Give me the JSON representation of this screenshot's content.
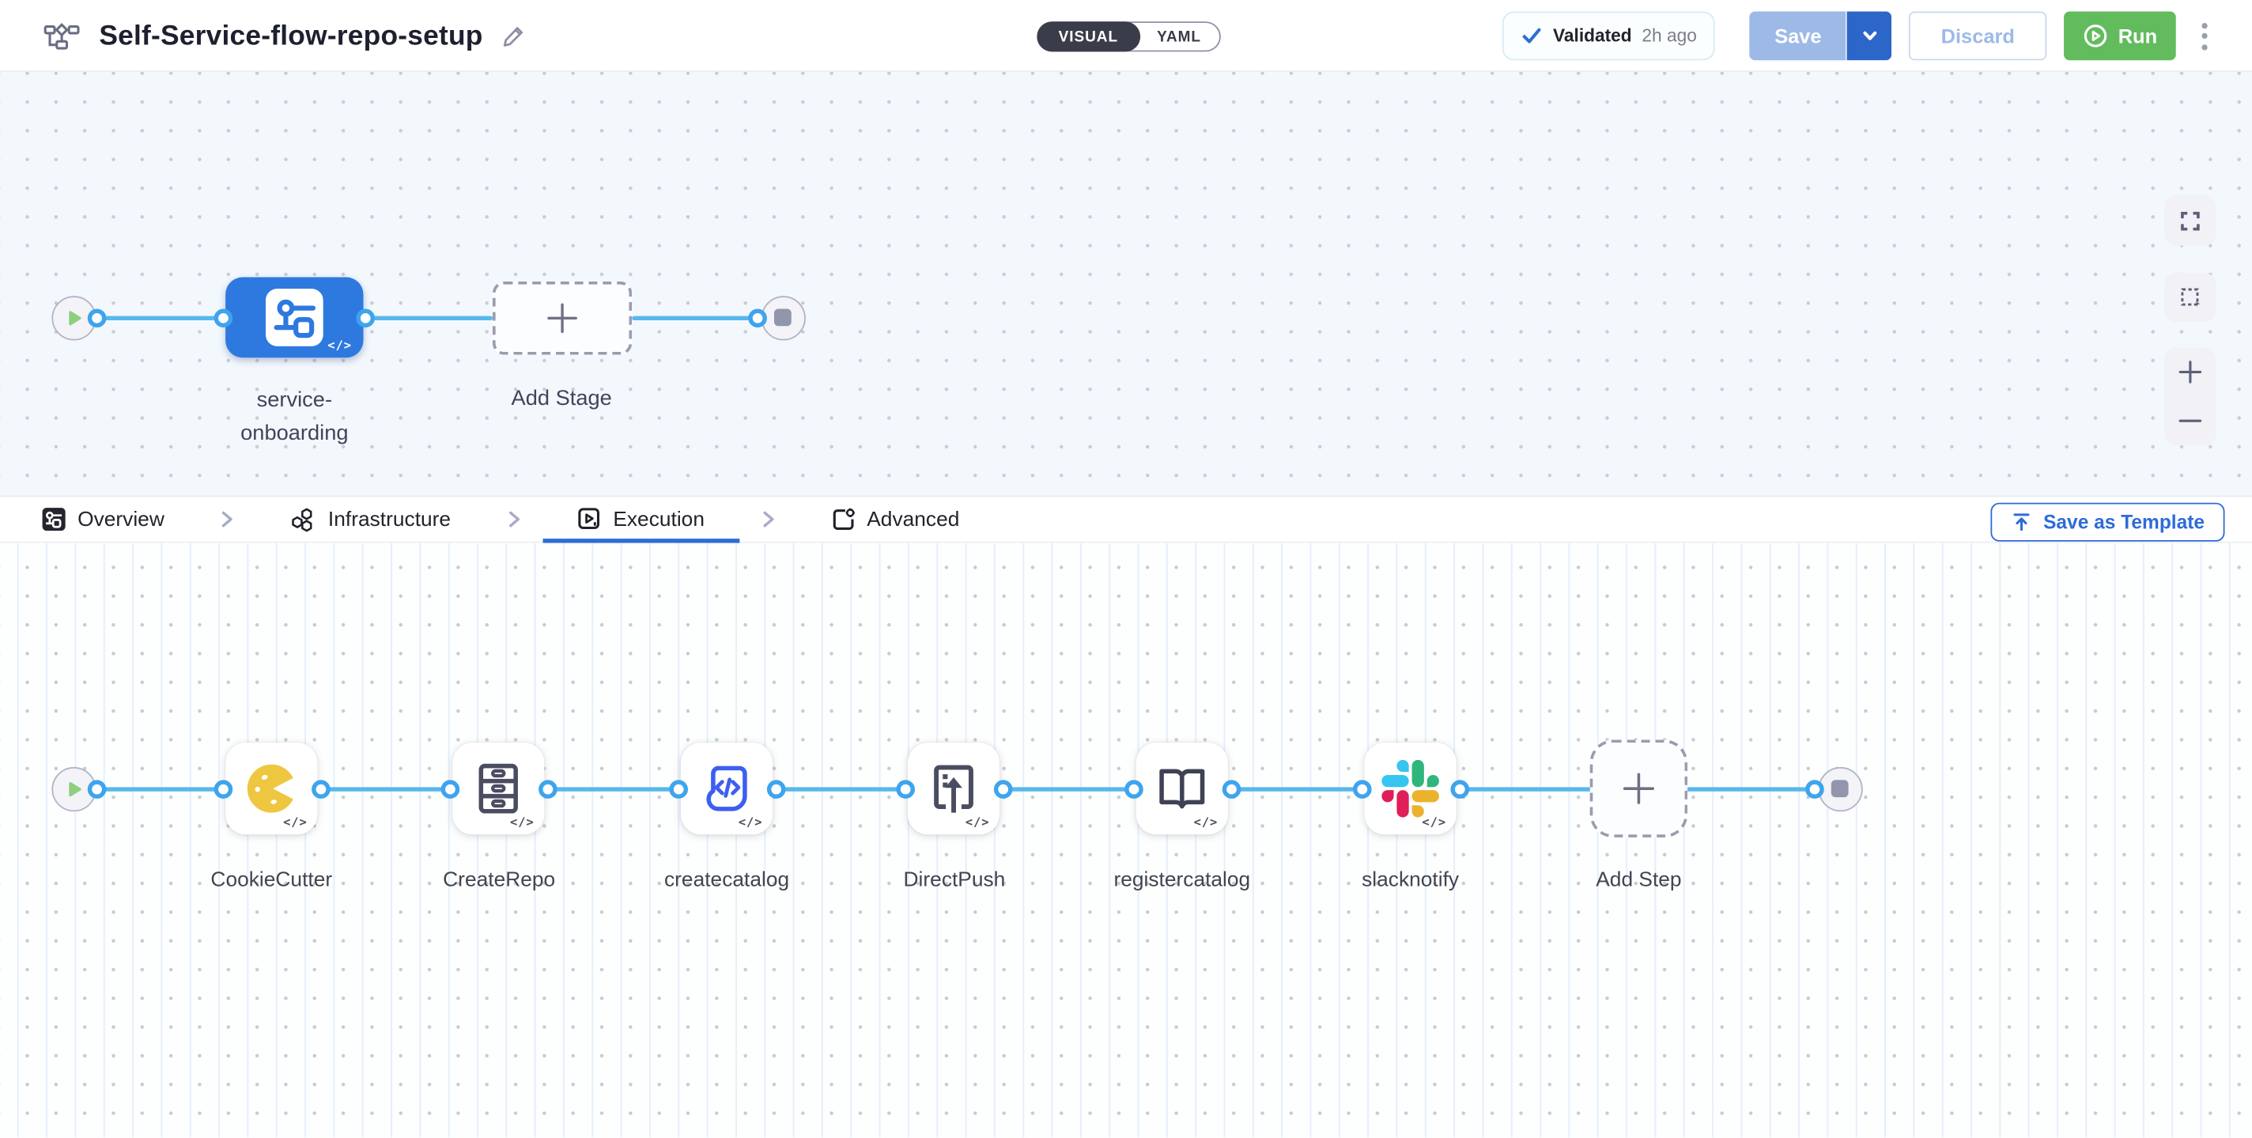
{
  "header": {
    "title": "Self-Service-flow-repo-setup",
    "mode_toggle": {
      "visual_label": "VISUAL",
      "yaml_label": "YAML",
      "active": "VISUAL"
    },
    "validation_badge": {
      "label": "Validated",
      "time": "2h ago"
    },
    "save_label": "Save",
    "discard_label": "Discard",
    "run_label": "Run"
  },
  "stage_canvas": {
    "stage_name": "service-onboarding",
    "add_stage_label": "Add Stage",
    "code_badge": "</>"
  },
  "tab_bar": {
    "tabs": [
      {
        "label": "Overview",
        "icon": "pipeline-overview-icon"
      },
      {
        "label": "Infrastructure",
        "icon": "infrastructure-icon"
      },
      {
        "label": "Execution",
        "icon": "execution-icon"
      },
      {
        "label": "Advanced",
        "icon": "advanced-icon"
      }
    ],
    "active_tab": "Execution",
    "save_as_template_label": "Save as Template"
  },
  "execution_canvas": {
    "steps": [
      {
        "name": "CookieCutter",
        "icon": "cookiecutter-icon"
      },
      {
        "name": "CreateRepo",
        "icon": "repo-drawers-icon"
      },
      {
        "name": "createcatalog",
        "icon": "catalog-code-icon"
      },
      {
        "name": "DirectPush",
        "icon": "direct-push-icon"
      },
      {
        "name": "registercatalog",
        "icon": "open-book-icon"
      },
      {
        "name": "slacknotify",
        "icon": "slack-icon"
      }
    ],
    "add_step_label": "Add Step",
    "code_badge": "</>"
  },
  "colors": {
    "accent_blue": "#2e79e0",
    "connector_blue": "#58b7ed",
    "port_blue": "#3ea4ee",
    "run_green": "#62bc5e",
    "save_disabled_blue": "#9dbae7",
    "save_caret_blue": "#2d66c9",
    "link_blue": "#2f6bd8",
    "tab_underline_blue": "#2b6fd4",
    "slack_blue": "#36C5F0",
    "slack_green": "#2EB67D",
    "slack_yellow": "#ECB22E",
    "slack_red": "#E01E5A",
    "cookie_yellow": "#efc63f",
    "step_icon_slate": "#4a4d61"
  }
}
